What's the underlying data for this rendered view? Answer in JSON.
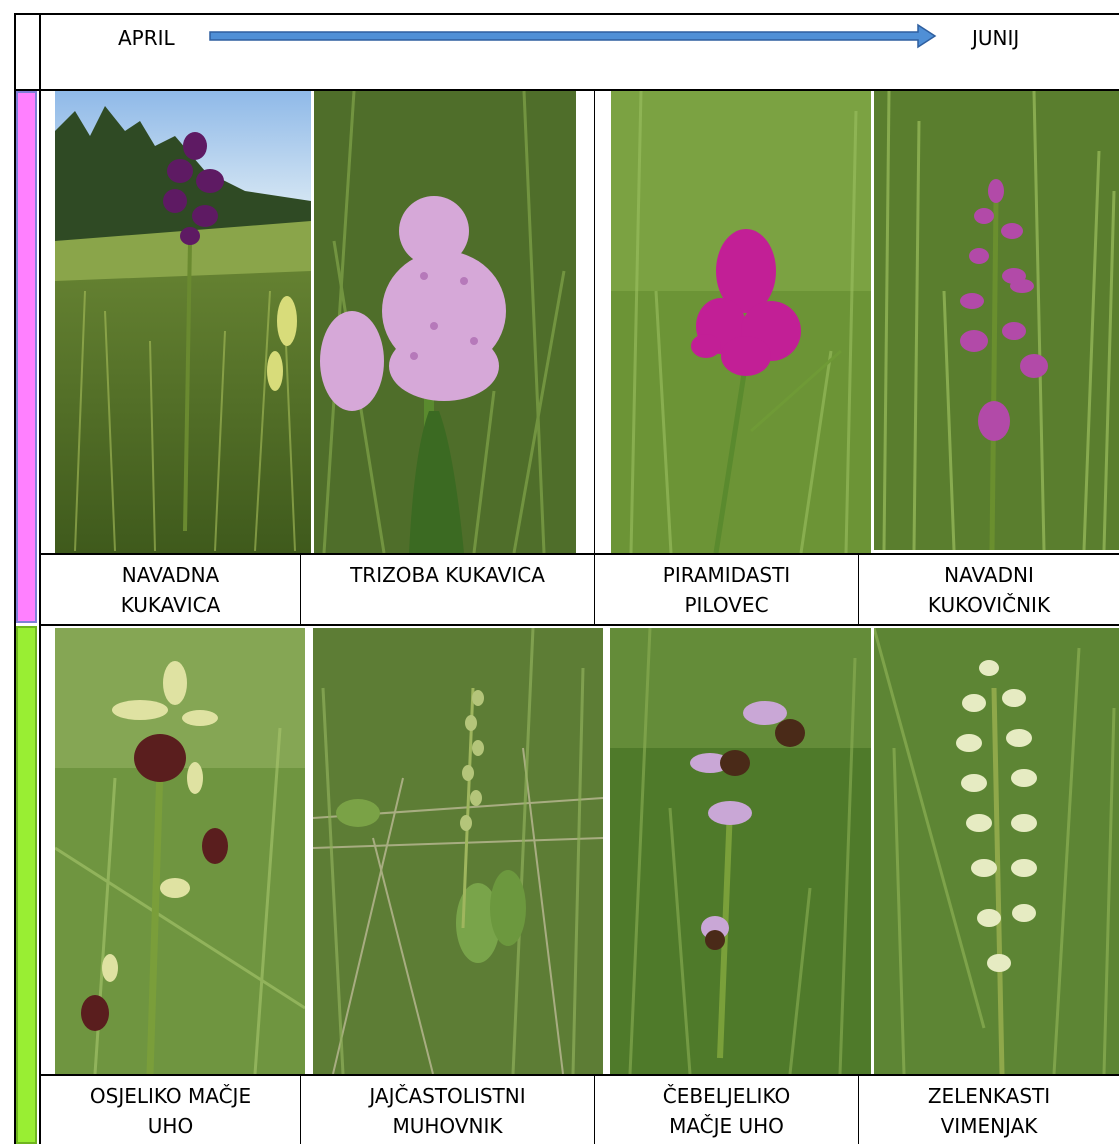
{
  "timeline": {
    "start": "APRIL",
    "end": "JUNIJ"
  },
  "colors": {
    "arrow_fill": "#4f8fd6",
    "arrow_stroke": "#2f5f9f",
    "row1_bar": "#ff80ff",
    "row2_bar": "#99ee33"
  },
  "rows": [
    {
      "species": [
        {
          "name_line1": "NAVADNA",
          "name_line2": "KUKAVICA",
          "flower_color": "#5e1a63"
        },
        {
          "name_line1": "TRIZOBA KUKAVICA",
          "name_line2": "",
          "flower_color": "#d6a8d8"
        },
        {
          "name_line1": "PIRAMIDASTI",
          "name_line2": "PILOVEC",
          "flower_color": "#c21f96"
        },
        {
          "name_line1": "NAVADNI",
          "name_line2": "KUKOVIČNIK",
          "flower_color": "#b24aa8"
        }
      ]
    },
    {
      "species": [
        {
          "name_line1": "OSJELIKO MAČJE",
          "name_line2": "UHO",
          "flower_color": "#5a1e1e"
        },
        {
          "name_line1": "JAJČASTOLISTNI",
          "name_line2": "MUHOVNIK",
          "flower_color": "#b4c57a"
        },
        {
          "name_line1": "ČEBELJELIKO",
          "name_line2": "MAČJE UHO",
          "flower_color": "#c9a7d6"
        },
        {
          "name_line1": "ZELENKASTI",
          "name_line2": "VIMENJAK",
          "flower_color": "#e6ebc2"
        }
      ]
    }
  ]
}
